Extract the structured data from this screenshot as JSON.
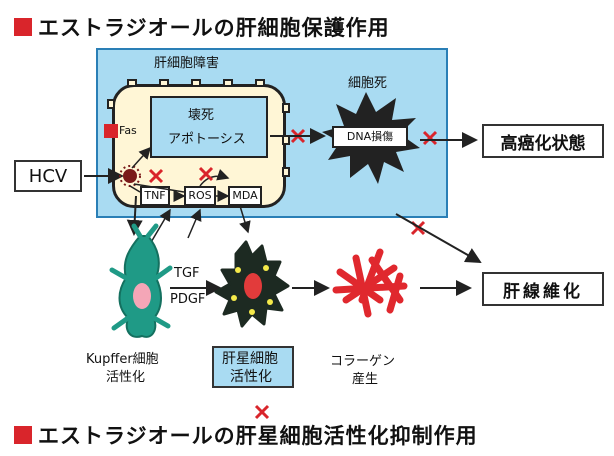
{
  "headings": {
    "top": "エストラジオールの肝細胞保護作用",
    "bottom": "エストラジオールの肝星細胞活性化抑制作用"
  },
  "panel": {
    "title": "肝細胞障害",
    "inner_line1": "壊死",
    "inner_line2": "アポトーシス",
    "fas": "Fas",
    "mediators": [
      "TNF",
      "ROS",
      "MDA"
    ],
    "cell_death": "細胞死",
    "dna_damage": "DNA損傷"
  },
  "hcv": "HCV",
  "outcomes": {
    "carcinogenic": "高癌化状態",
    "fibrosis": "肝線維化"
  },
  "lower": {
    "tgf": "TGF",
    "pdgf": "PDGF",
    "kupffer_line1": "Kupffer細胞",
    "kupffer_line2": "活性化",
    "stellate_line1": "肝星細胞",
    "stellate_line2": "活性化",
    "collagen_line1": "コラーゲン",
    "collagen_line2": "産生"
  },
  "colors": {
    "accent_red": "#d9252b",
    "panel_blue": "#a9dbf2",
    "cell_yellow": "#fff6d6",
    "kupffer_green": "#1f9a86",
    "stellate_dark": "#1d2a22"
  }
}
